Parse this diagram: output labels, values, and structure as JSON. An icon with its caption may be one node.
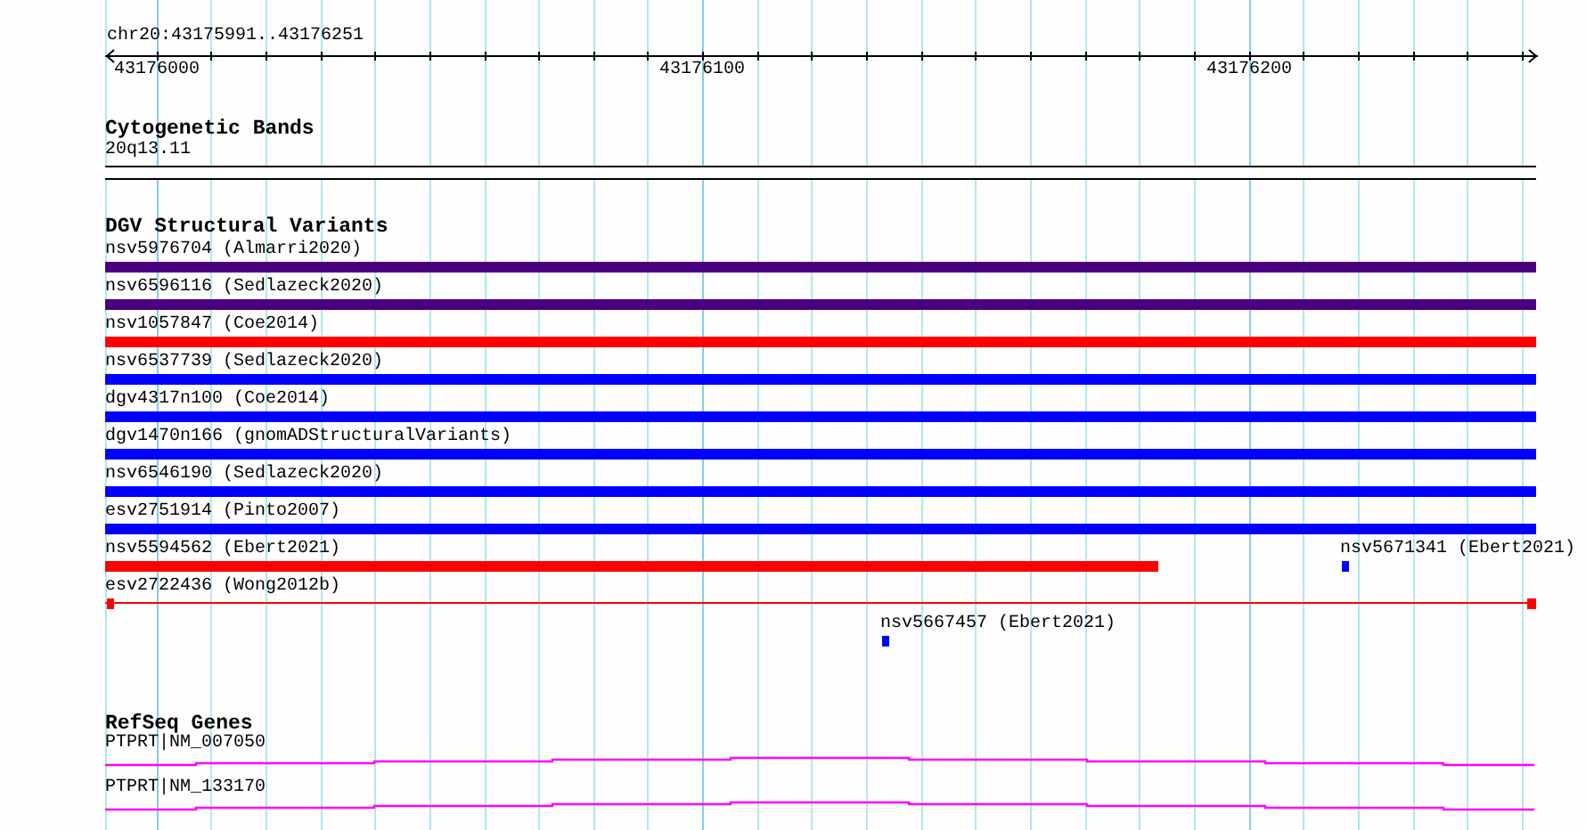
{
  "diagram": {
    "nodes": [
      {
        "text": [
          "20q13.11"
        ]
      },
      {
        "text": [
          "nsv5976704 (Almarri2020)"
        ]
      },
      {
        "text": [
          "nsv6596116 (Sedlazeck2020)"
        ]
      },
      {
        "text": [
          "nsv1057847 (Coe2014)"
        ]
      },
      {
        "text": [
          "nsv6537739 (Sedlazeck2020)"
        ]
      },
      {
        "text": [
          "dgv4317n100 (Coe2014)"
        ]
      },
      {
        "text": [
          "dgv1470n166 (gnomADStructuralVariants)"
        ]
      },
      {
        "text": [
          "nsv6546190 (Sedlazeck2020)"
        ]
      },
      {
        "text": [
          "esv2751914 (Pinto2007)"
        ]
      },
      {
        "text": [
          "nsv5594562 (Ebert2021)"
        ]
      },
      {
        "text": [
          "nsv5671341 (Ebert2021)"
        ]
      },
      {
        "text": [
          "esv2722436 (Wong2012b)"
        ]
      },
      {
        "text": [
          "nsv5667457 (Ebert2021)"
        ]
      },
      {
        "text": [
          "PTPRT|NM_007050"
        ]
      },
      {
        "text": [
          "PTPRT|NM_133170"
        ]
      }
    ],
    "labels": [
      "chr20:43175991..43176251",
      "43176000",
      "43176100",
      "43176200",
      "Cytogenetic Bands",
      "DGV Structural Variants",
      "RefSeq Genes"
    ]
  }
}
